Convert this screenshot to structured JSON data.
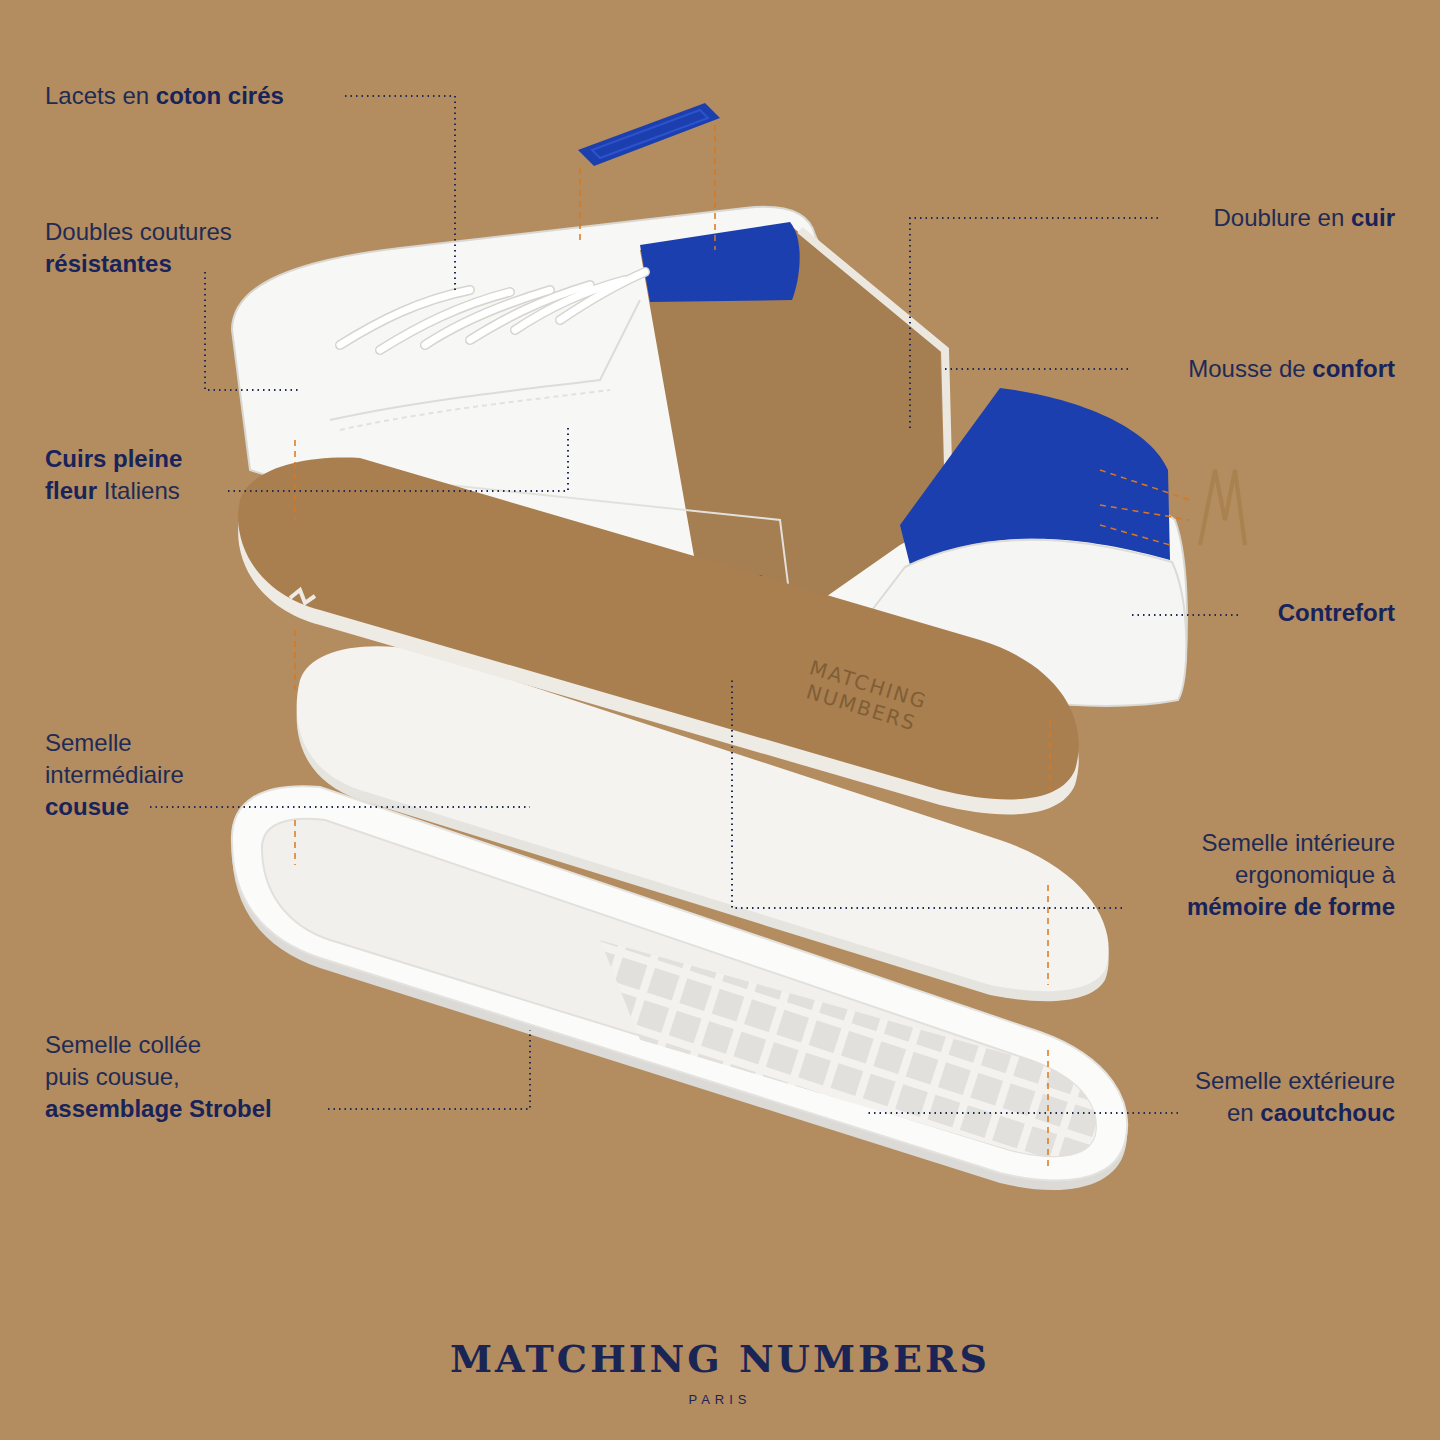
{
  "diagram": {
    "labels": [
      "Lacets en",
      "coton cirés",
      "Doubles coutures",
      "résistantes",
      "Cuirs pleine fleur",
      "Italiens",
      "Semelle intermédiaire",
      "cousue",
      "Semelle collée puis cousue,",
      "assemblage Strobel",
      "Doublure en",
      "cuir",
      "Mousse de",
      "confort",
      "Contrefort",
      "Semelle intérieure ergonomique à",
      "mémoire de forme",
      "Semelle extérieure en",
      "caoutchouc",
      "MATCHING NUMBERS",
      "PARIS",
      "MATCHING NUMBERS"
    ]
  }
}
